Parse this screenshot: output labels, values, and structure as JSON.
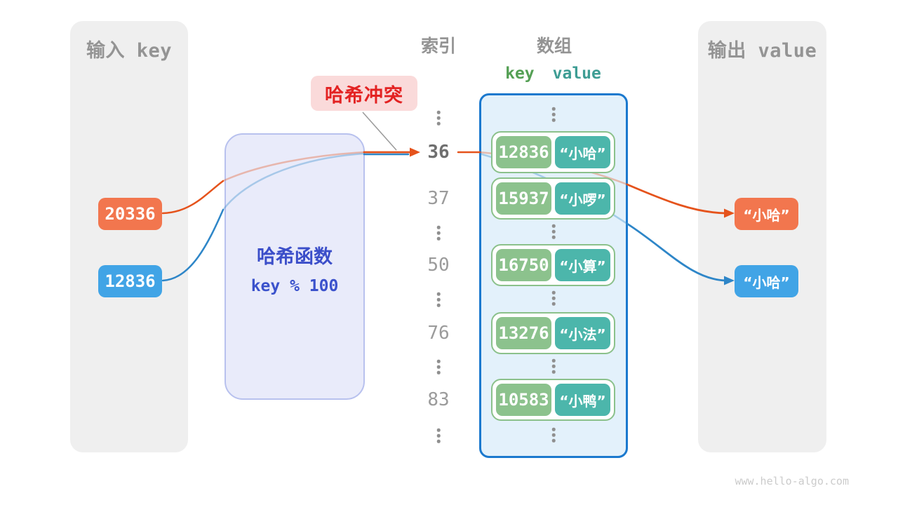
{
  "collision_label": "哈希冲突",
  "hash_function": {
    "title": "哈希函数",
    "formula": "key % 100"
  },
  "input": {
    "title": "输入 key",
    "items": [
      {
        "label": "20336"
      },
      {
        "label": "12836"
      }
    ]
  },
  "index": {
    "title": "索引",
    "items": [
      "⋮",
      "36",
      "37",
      "⋮",
      "50",
      "⋮",
      "76",
      "⋮",
      "83",
      "⋮"
    ]
  },
  "array": {
    "title": "数组",
    "key_header": "key",
    "value_header": "value",
    "pairs": [
      {
        "key": "12836",
        "value": "“小哈”"
      },
      {
        "key": "15937",
        "value": "“小啰”"
      },
      {
        "key": "16750",
        "value": "“小算”"
      },
      {
        "key": "13276",
        "value": "“小法”"
      },
      {
        "key": "10583",
        "value": "“小鸭”"
      }
    ]
  },
  "output": {
    "title": "输出 value",
    "items": [
      {
        "label": "“小哈”"
      },
      {
        "label": "“小哈”"
      }
    ]
  },
  "watermark": "www.hello-algo.com",
  "colors": {
    "orange": "#f2764e",
    "orange_line": "#e5531c",
    "blue": "#41a4e6",
    "blue_line": "#2e86c8",
    "key_green": "#8cc28d",
    "value_teal": "#4cb6ab",
    "array_fill": "#e3f1fb",
    "array_border": "#1b79ce",
    "hash_fill": "#e9ebfa",
    "hash_text": "#3b4ec9",
    "collision_bg": "#fadada",
    "collision_text": "#e32222",
    "gray_text": "#949494"
  }
}
